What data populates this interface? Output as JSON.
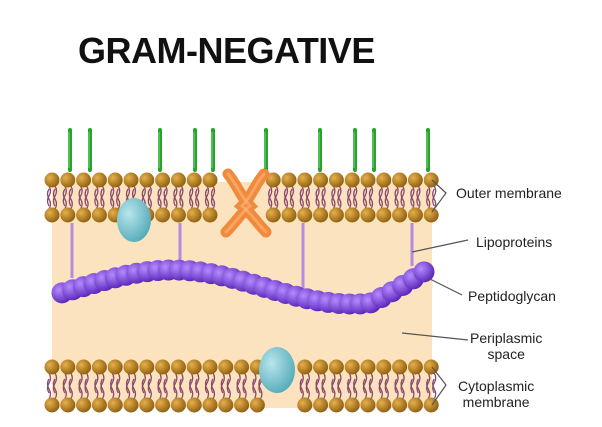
{
  "title": "GRAM-NEGATIVE",
  "labels": {
    "outer_membrane": "Outer membrane",
    "lipoproteins": "Lipoproteins",
    "peptidoglycan": "Peptidoglycan",
    "periplasmic_space": [
      "Periplasmic",
      "space"
    ],
    "cytoplasmic_membrane": [
      "Cytoplasmic",
      "membrane"
    ]
  },
  "colors": {
    "periplasm": "#FCE3C0",
    "phospholipid_head": "#B27A1A",
    "lipid_tail": "#8B4A6B",
    "lps_stalk": "#27A32E",
    "porin": "#F08A3C",
    "membrane_protein": "#7FC6D1",
    "lipoprotein": "#B58CE0",
    "peptidoglycan": "#8A4BE3",
    "leader_line": "#555555"
  }
}
